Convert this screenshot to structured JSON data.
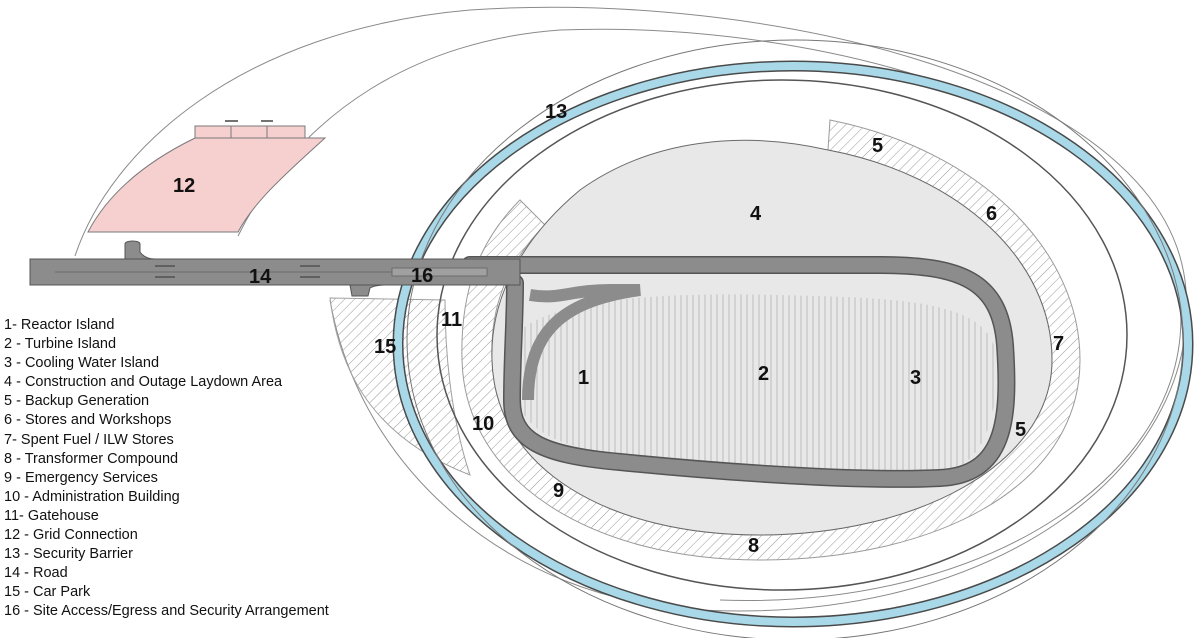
{
  "colors": {
    "grid_connection_fill": "#f6cfcf",
    "security_barrier": "#a9d9e8",
    "road": "#8c8c8c",
    "laydown_area": "#e8e8e8",
    "outline": "#555555"
  },
  "labels": {
    "reactor_island": "1",
    "turbine_island": "2",
    "cooling_water_island": "3",
    "laydown_area": "4",
    "backup_generation_top": "5",
    "backup_generation_right": "5",
    "stores_workshops": "6",
    "spent_fuel_stores": "7",
    "transformer_compound": "8",
    "emergency_services": "9",
    "administration_building": "10",
    "gatehouse": "11",
    "grid_connection": "12",
    "security_barrier": "13",
    "road": "14",
    "car_park": "15",
    "site_access": "16"
  },
  "legend": [
    "1- Reactor Island",
    "2 - Turbine Island",
    "3 - Cooling Water Island",
    "4 - Construction and Outage Laydown Area",
    "5 - Backup Generation",
    "6 - Stores and Workshops",
    "7- Spent Fuel / ILW Stores",
    "8 - Transformer Compound",
    "9 - Emergency Services",
    "10 - Administration Building",
    "11- Gatehouse",
    "12 - Grid Connection",
    "13 - Security Barrier",
    "14 - Road",
    "15 - Car Park",
    "16 - Site Access/Egress and Security Arrangement"
  ]
}
